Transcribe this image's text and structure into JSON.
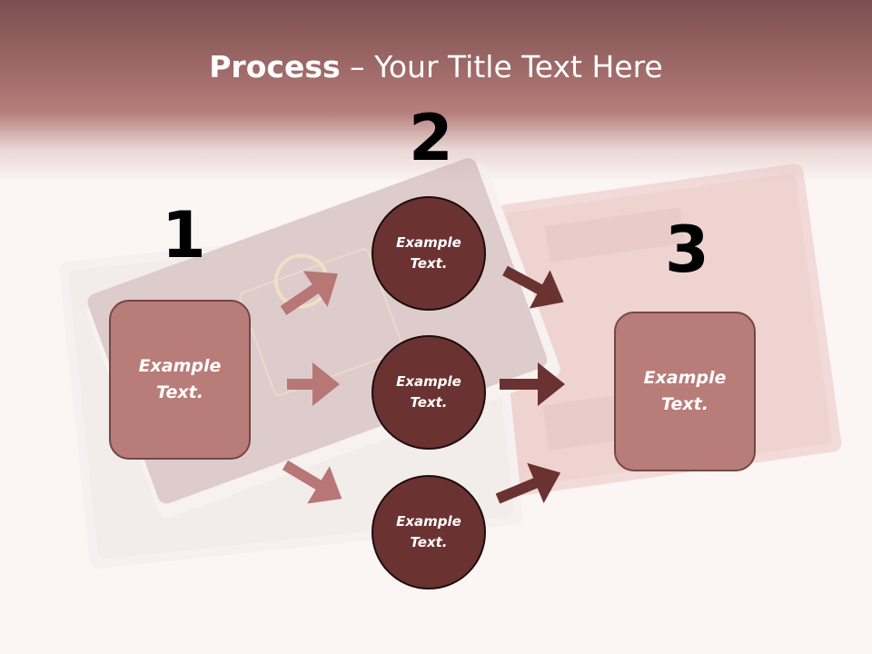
{
  "title": {
    "bold": "Process",
    "rest": " – Your Title Text Here"
  },
  "steps": [
    {
      "number": "1",
      "label": "Example\nText."
    },
    {
      "number": "2"
    },
    {
      "number": "3",
      "label": "Example\nText."
    }
  ],
  "nodes": [
    {
      "label": "Example\nText."
    },
    {
      "label": "Example\nText."
    },
    {
      "label": "Example\nText."
    }
  ],
  "colors": {
    "box_fill": "#b87c79",
    "circle_fill": "#6b3232",
    "arrow_left": "#b67775",
    "arrow_right": "#6b3232",
    "header": "#a56f6d"
  },
  "icons": [
    "passport-image"
  ]
}
